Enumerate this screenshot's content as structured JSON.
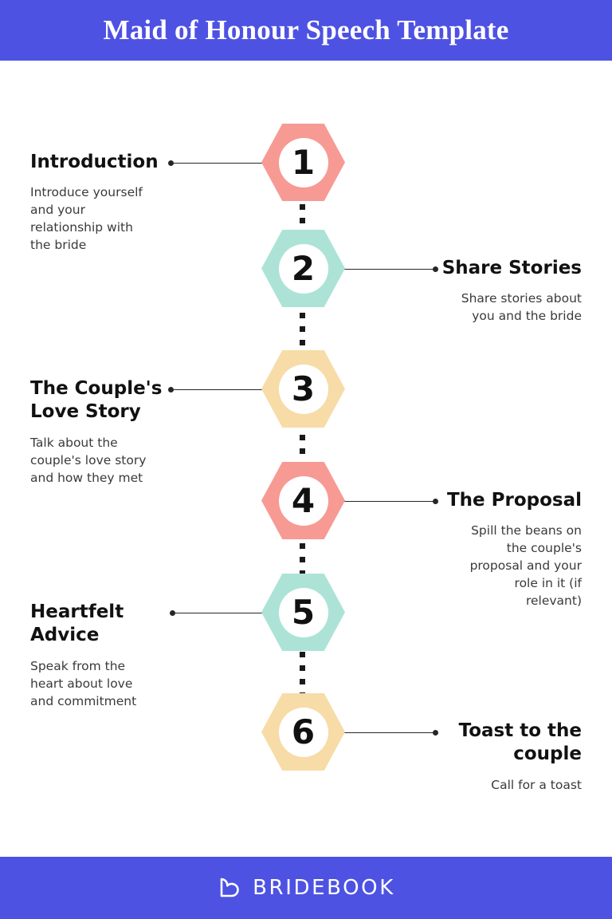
{
  "header": {
    "title": "Maid of Honour Speech Template",
    "background_color": "#4D52E3",
    "text_color": "#FFFFFF"
  },
  "timeline": {
    "spine_style": "dotted-vertical",
    "steps": [
      {
        "number": "1",
        "side": "left",
        "title": "Introduction",
        "body": "Introduce yourself\nand your\nrelationship with\nthe bride",
        "hex_color": "#F79A94"
      },
      {
        "number": "2",
        "side": "right",
        "title": "Share Stories",
        "body": "Share stories about\nyou and the bride",
        "hex_color": "#ADE3D7"
      },
      {
        "number": "3",
        "side": "left",
        "title": "The Couple's\nLove Story",
        "body": "Talk about the\ncouple's love story\nand how they met",
        "hex_color": "#F7DCA8"
      },
      {
        "number": "4",
        "side": "right",
        "title": "The Proposal",
        "body": "Spill the beans on\nthe couple's\nproposal and your\nrole in it (if\nrelevant)",
        "hex_color": "#F79A94"
      },
      {
        "number": "5",
        "side": "left",
        "title": "Heartfelt\nAdvice",
        "body": "Speak from the\nheart about love\nand commitment",
        "hex_color": "#ADE3D7"
      },
      {
        "number": "6",
        "side": "right",
        "title": "Toast to the\ncouple",
        "body": "Call for a toast",
        "hex_color": "#F7DCA8"
      }
    ]
  },
  "footer": {
    "brand": "BRIDEBOOK",
    "logo_icon": "heart-outline-icon",
    "background_color": "#4D52E3",
    "text_color": "#FFFFFF"
  }
}
